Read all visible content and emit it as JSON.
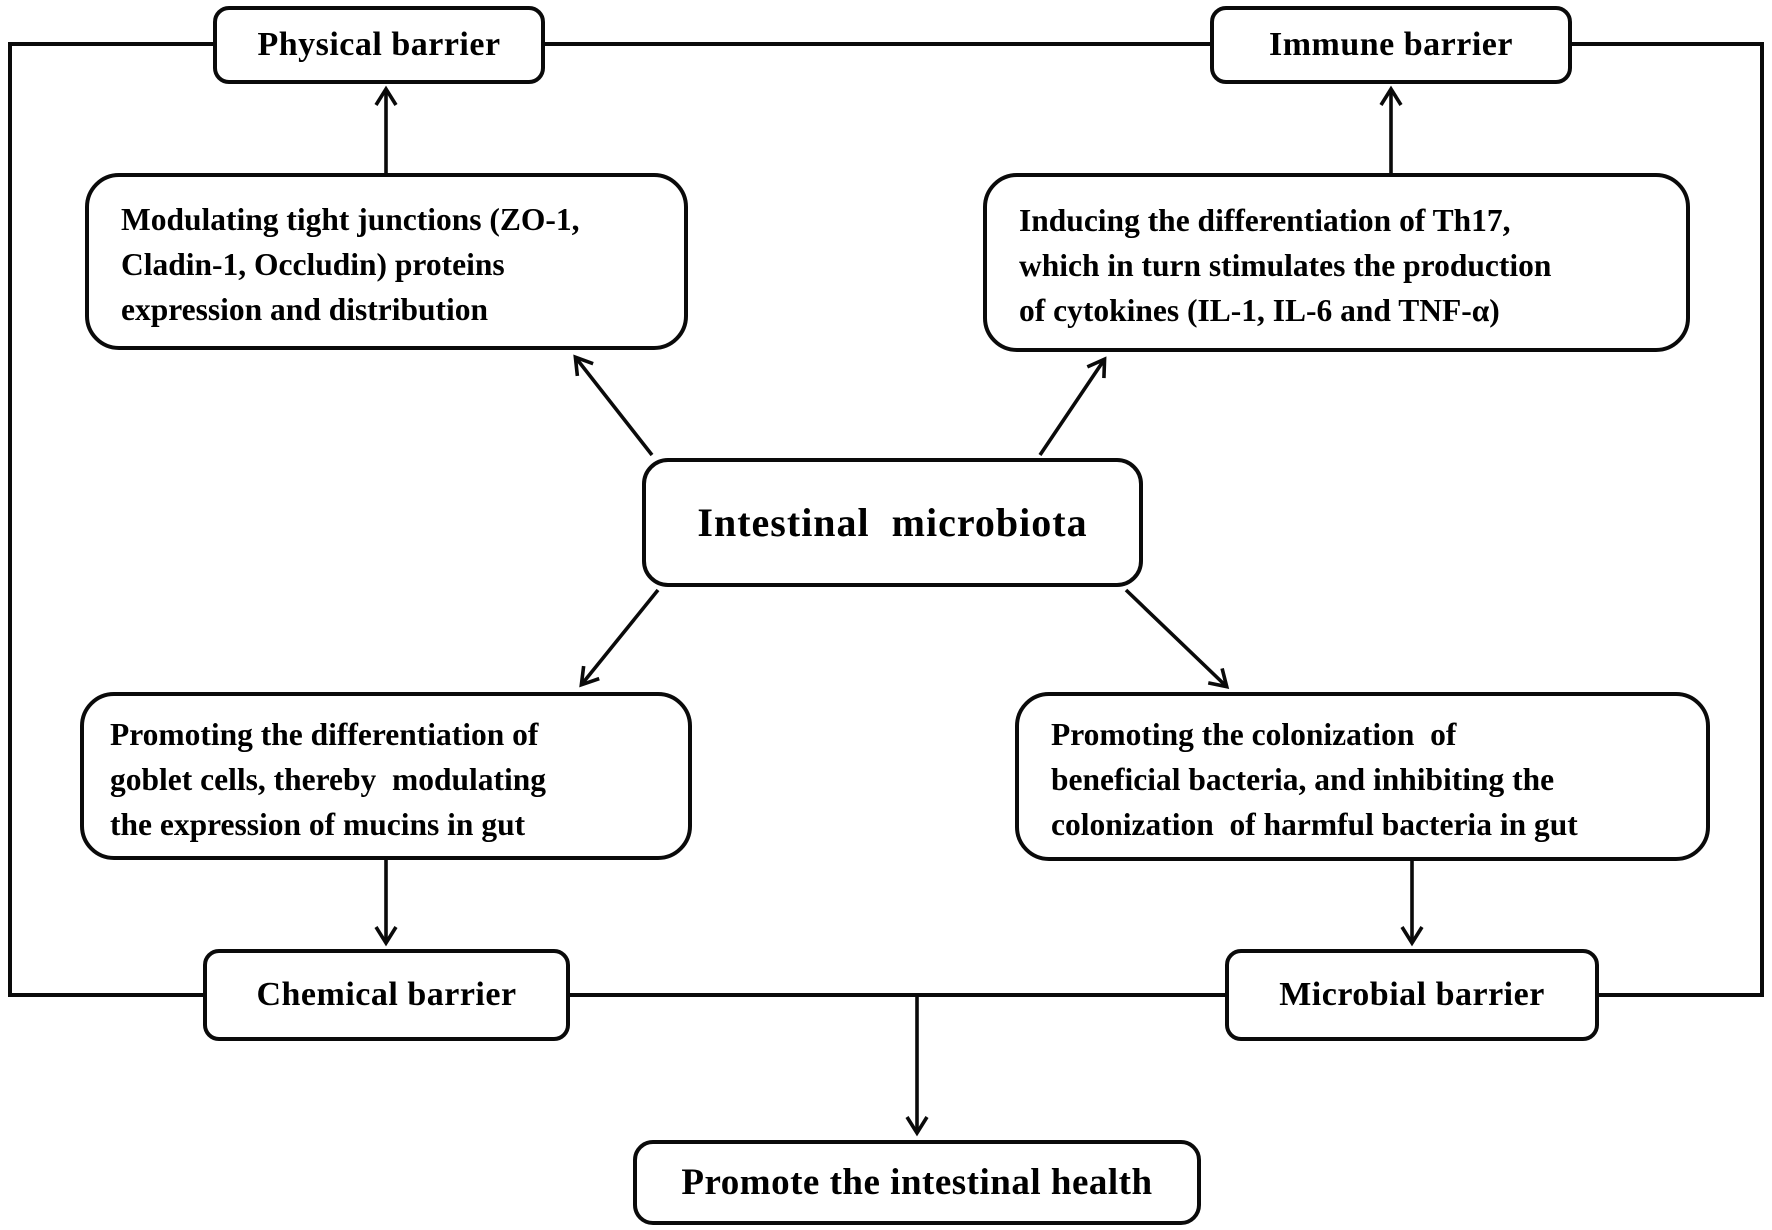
{
  "diagram": {
    "title_node": "Intestinal  microbiota",
    "barriers": {
      "physical": "Physical barrier",
      "immune": "Immune barrier",
      "chemical": "Chemical barrier",
      "microbial": "Microbial barrier"
    },
    "mechanisms": {
      "tight_junctions": {
        "lines": [
          "Modulating tight junctions (ZO-1,",
          "Cladin-1, Occludin) proteins",
          "expression and distribution"
        ]
      },
      "th17": {
        "lines": [
          "Inducing the differentiation of Th17,",
          "which in turn stimulates the production",
          "of cytokines (IL-1, IL-6 and TNF-α)"
        ]
      },
      "goblet": {
        "lines": [
          "Promoting the differentiation of",
          "goblet cells, thereby  modulating",
          "the expression of mucins in gut"
        ]
      },
      "colonization": {
        "lines": [
          "Promoting the colonization  of",
          "beneficial bacteria, and inhibiting the",
          "colonization  of harmful bacteria in gut"
        ]
      }
    },
    "outcome": "Promote the intestinal health",
    "colors": {
      "stroke": "#000000",
      "background": "#ffffff"
    }
  }
}
